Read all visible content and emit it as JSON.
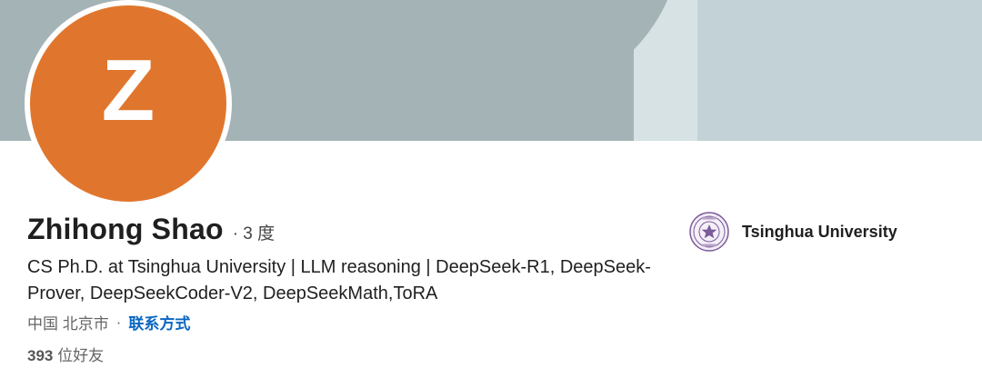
{
  "profile": {
    "avatar_letter": "Z",
    "name": "Zhihong Shao",
    "degree": "· 3 度",
    "headline": "CS Ph.D. at Tsinghua University | LLM reasoning | DeepSeek-R1, DeepSeek-Prover, DeepSeekCoder-V2, DeepSeekMath,ToRA",
    "location": "中国 北京市",
    "separator": "·",
    "contact_label": "联系方式",
    "connections_count": "393",
    "connections_label": "位好友"
  },
  "organization": {
    "name": "Tsinghua University",
    "logo_icon": "university-seal-icon"
  },
  "colors": {
    "avatar_bg": "#e0762d",
    "link": "#0a66c2",
    "banner_dark": "#a3b3b6",
    "banner_light": "#c3d2d6",
    "seal": "#7b5b9a"
  }
}
